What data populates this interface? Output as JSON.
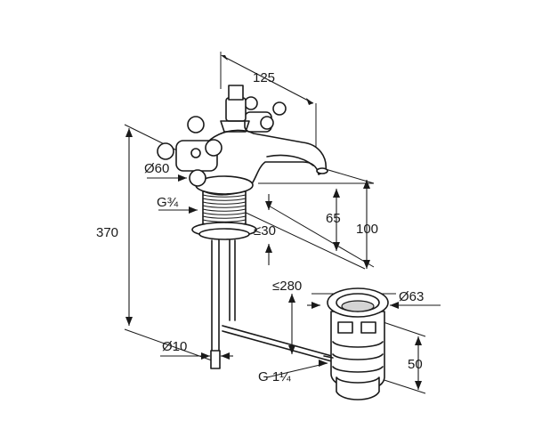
{
  "dimensions": {
    "width_spout": "125",
    "diameter_handle": "Ø60",
    "thread_inlet": "G¾",
    "spout_height_low": "65",
    "spout_height_high": "100",
    "height_total": "370",
    "deck_thickness": "≤30",
    "pull_rod_length": "≤280",
    "waste_diameter": "Ø63",
    "rod_diameter": "Ø10",
    "waste_height": "50",
    "thread_waste": "G 1¼"
  }
}
